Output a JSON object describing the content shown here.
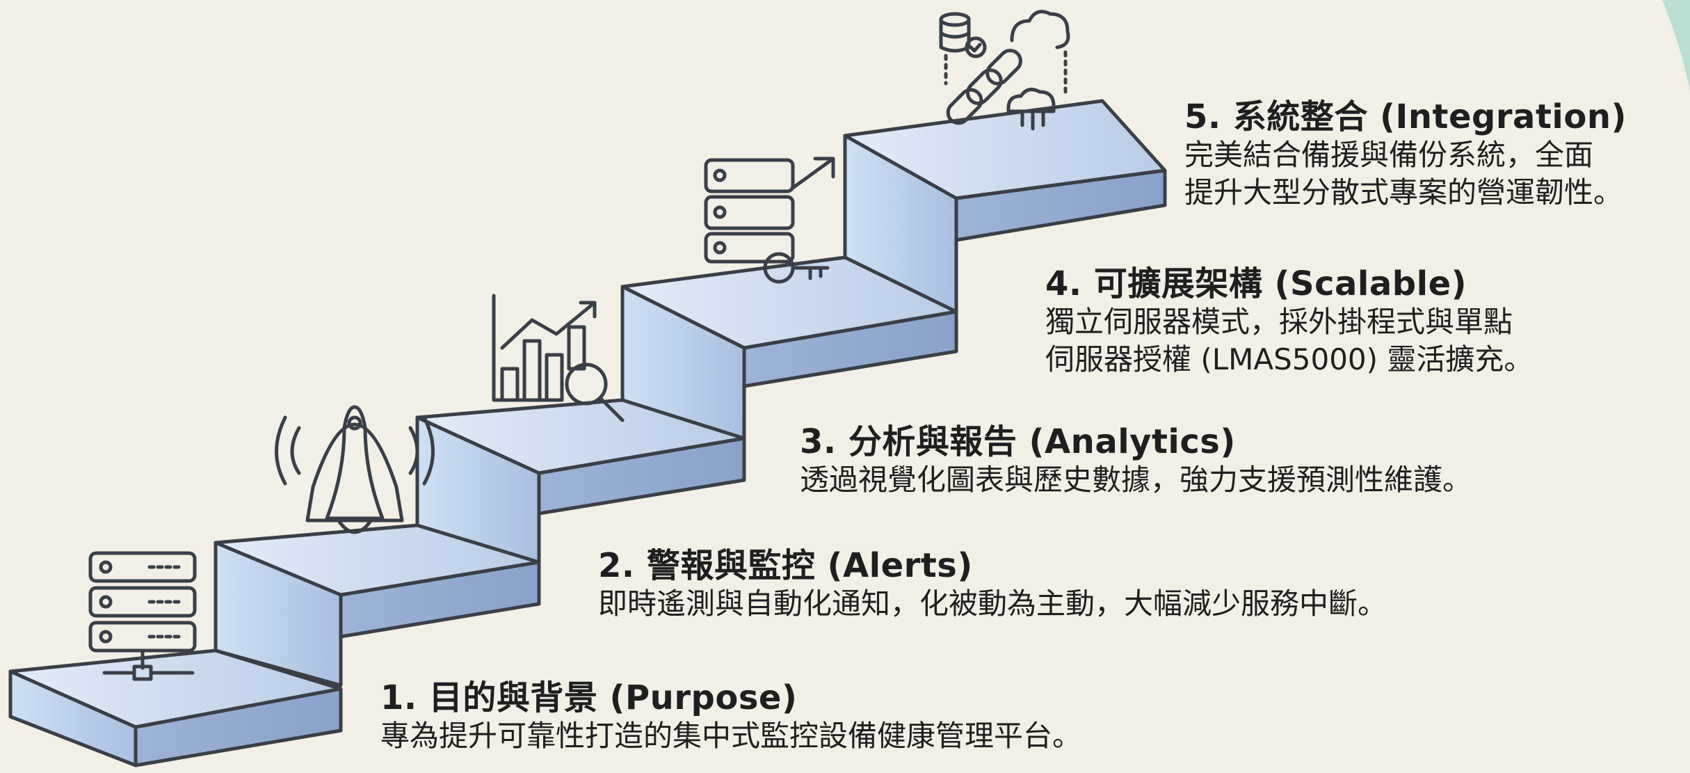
{
  "colors": {
    "background": "#f2efe6",
    "step_top_light": "#dde8f6",
    "step_top_dark": "#a8bddc",
    "step_riser_light": "#c8dcf1",
    "step_riser_dark": "#8fa8cf",
    "outline": "#3a3f47",
    "text": "#1f1f1f",
    "accent_corner": "#9fd8c8"
  },
  "steps": [
    {
      "title": "1. 目的與背景 (Purpose)",
      "lines": [
        "專為提升可靠性打造的集中式監控設備健康管理平台。"
      ],
      "icon": "server-network-icon"
    },
    {
      "title": "2. 警報與監控 (Alerts)",
      "lines": [
        "即時遙測與自動化通知，化被動為主動，大幅減少服務中斷。"
      ],
      "icon": "alarm-bell-icon"
    },
    {
      "title": "3. 分析與報告 (Analytics)",
      "lines": [
        "透過視覺化圖表與歷史數據，強力支援預測性維護。"
      ],
      "icon": "chart-magnifier-icon"
    },
    {
      "title": "4. 可擴展架構 (Scalable)",
      "lines": [
        "獨立伺服器模式，採外掛程式與單點",
        "伺服器授權 (LMAS5000) 靈活擴充。"
      ],
      "icon": "server-key-icon"
    },
    {
      "title": "5. 系統整合 (Integration)",
      "lines": [
        "完美結合備援與備份系統，全面",
        "提升大型分散式專案的營運韌性。"
      ],
      "icon": "chain-cloud-icon"
    }
  ]
}
